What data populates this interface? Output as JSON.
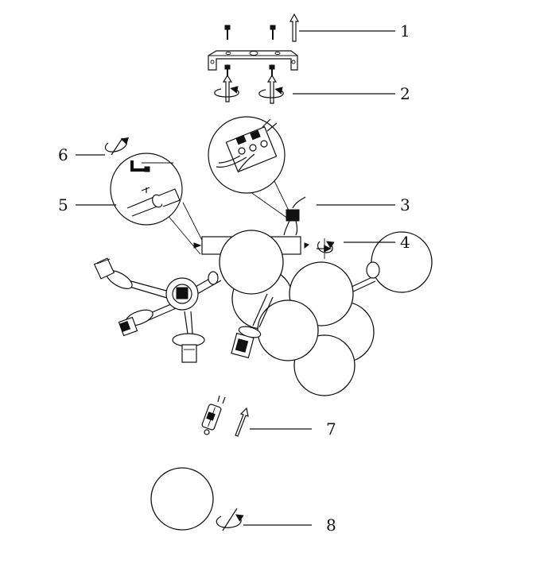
{
  "steps": [
    {
      "label": "1"
    },
    {
      "label": "2"
    },
    {
      "label": "3"
    },
    {
      "label": "4"
    },
    {
      "label": "5"
    },
    {
      "label": "6"
    },
    {
      "label": "7"
    },
    {
      "label": "8"
    }
  ]
}
